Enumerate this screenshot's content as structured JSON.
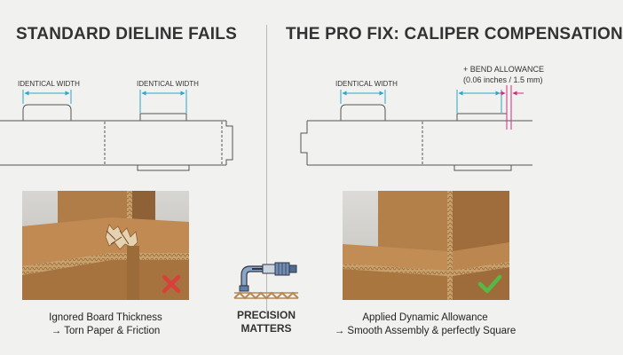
{
  "left_panel": {
    "title": "STANDARD DIELINE FAILS",
    "dim_label_1": "IDENTICAL WIDTH",
    "dim_label_2": "IDENTICAL WIDTH",
    "caption_line1": "Ignored Board Thickness",
    "caption_line2": "→ Torn Paper & Friction",
    "status_icon": "x-mark-icon",
    "status_color": "#d9403a"
  },
  "right_panel": {
    "title": "THE PRO FIX: CALIPER COMPENSATION",
    "dim_label_1": "IDENTICAL WIDTH",
    "bend_label_line1": "+ BEND ALLOWANCE",
    "bend_label_line2": "(0.06 inches / 1.5 mm)",
    "caption_line1": "Applied Dynamic Allowance",
    "caption_line2": "→ Smooth Assembly & perfectly Square",
    "status_icon": "check-mark-icon",
    "status_color": "#56b947"
  },
  "center": {
    "icon": "micrometer-icon",
    "label_line1": "PRECISION",
    "label_line2": "MATTERS"
  },
  "colors": {
    "dimension": "#2aa8c8",
    "bend": "#d0307a",
    "cardboard": "#b88650"
  }
}
